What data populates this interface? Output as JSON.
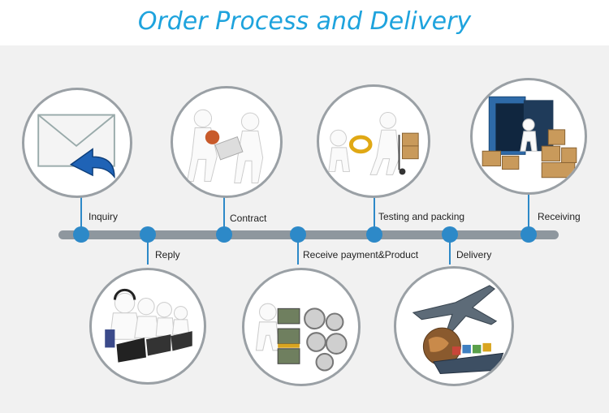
{
  "title": "Order Process and Delivery",
  "steps": [
    {
      "label": "Inquiry",
      "icon": "envelope-reply-icon"
    },
    {
      "label": "Reply",
      "icon": "call-center-icon"
    },
    {
      "label": "Contract",
      "icon": "handshake-contract-icon"
    },
    {
      "label": "Receive payment&Product",
      "icon": "money-gears-icon"
    },
    {
      "label": "Testing and packing",
      "icon": "inspection-packing-icon"
    },
    {
      "label": "Delivery",
      "icon": "plane-ship-globe-icon"
    },
    {
      "label": "Receiving",
      "icon": "container-boxes-icon"
    }
  ],
  "colors": {
    "title": "#1ea3dd",
    "node": "#2d89c8",
    "line": "#8e979e",
    "background": "#f1f1f1"
  }
}
